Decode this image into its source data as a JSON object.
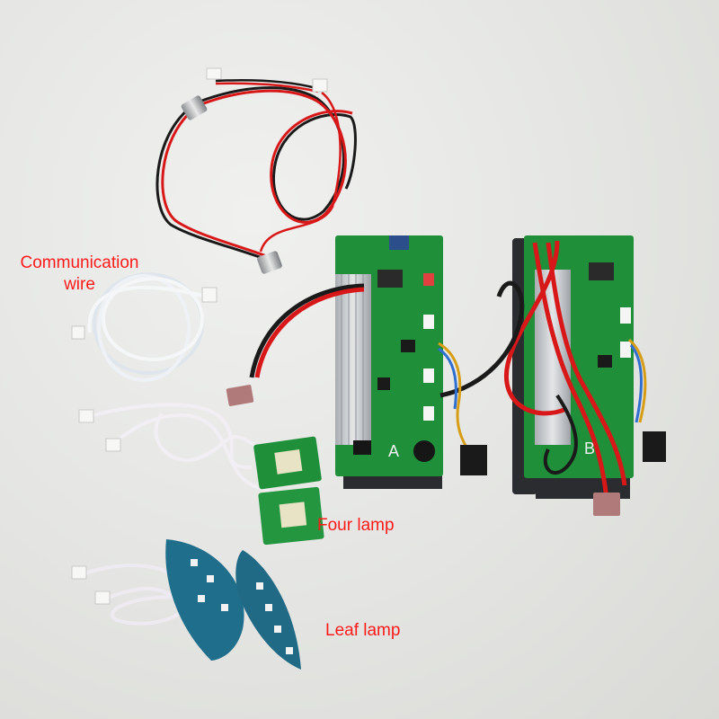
{
  "labels": {
    "communication_line1": "Communication",
    "communication_line2": "wire",
    "four_lamp": "Four lamp",
    "leaf_lamp": "Leaf lamp"
  },
  "boards": {
    "left_mark": "A",
    "right_mark": "B"
  },
  "colors": {
    "label": "#ff1a1a",
    "pcb_green": "#1f8f3a",
    "pcb_blue": "#1f6e8c",
    "heatsink": "#c9ccd0",
    "wire_red": "#d81818",
    "wire_black": "#1a1a1a",
    "wire_white": "#f2f4f7",
    "connector_tan": "#b07a7a"
  }
}
